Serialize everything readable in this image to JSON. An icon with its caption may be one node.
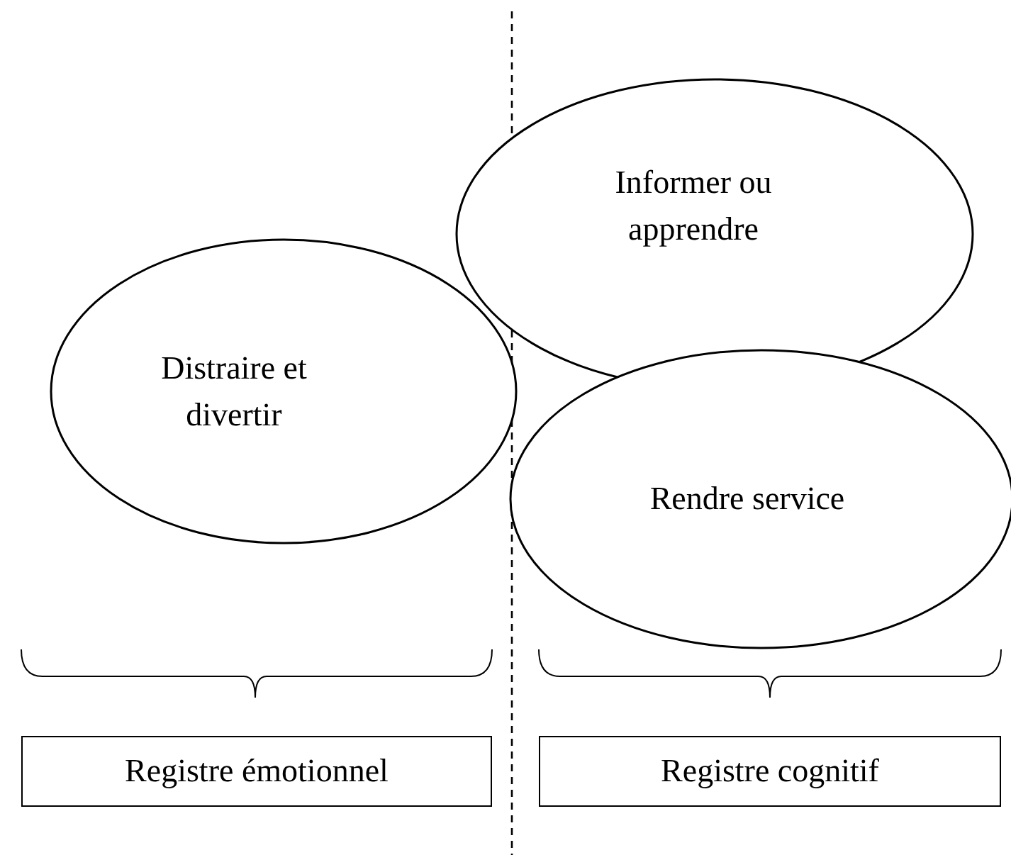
{
  "diagram": {
    "nodes": [
      {
        "text": [
          "Distraire et divertir"
        ]
      },
      {
        "text": [
          "Informer ou apprendre"
        ]
      },
      {
        "text": [
          "Rendre service"
        ]
      },
      {
        "text": [
          "Registre émotionnel"
        ]
      },
      {
        "text": [
          "Registre cognitif"
        ]
      }
    ]
  }
}
